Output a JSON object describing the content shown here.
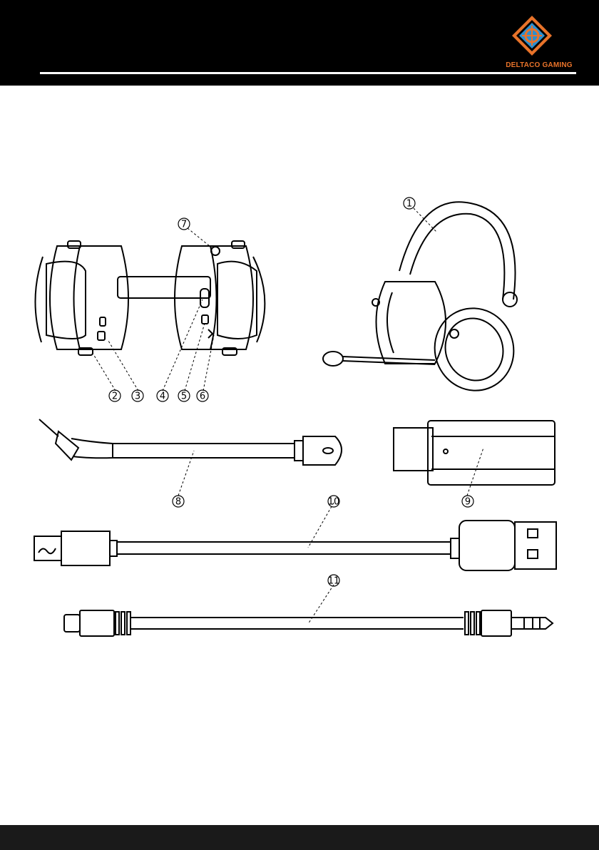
{
  "brand": {
    "logo_text": "DELTACO GAMING",
    "accent_color": "#e8732a",
    "logo_blue": "#2b8fd0"
  },
  "callouts": [
    "1",
    "2",
    "3",
    "4",
    "5",
    "6",
    "7",
    "8",
    "9",
    "10",
    "11"
  ],
  "parts": [
    {
      "icon": "headset-front-view-illustration"
    },
    {
      "icon": "headset-side-view-illustration"
    },
    {
      "icon": "detachable-microphone-illustration"
    },
    {
      "icon": "usb-dongle-illustration"
    },
    {
      "icon": "usb-micro-cable-illustration"
    },
    {
      "icon": "audio-3-5mm-cable-illustration"
    }
  ]
}
